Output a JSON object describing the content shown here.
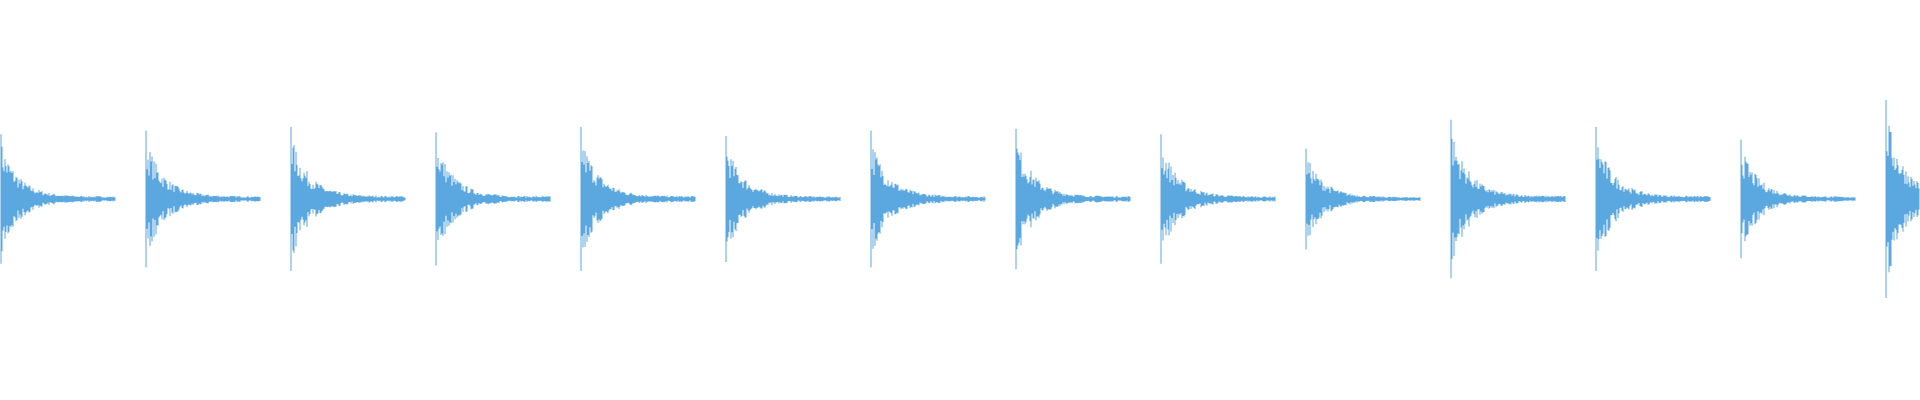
{
  "waveform": {
    "color": "#5ba7e0",
    "background": "#ffffff",
    "hit_count": 14,
    "hit_amplitudes": [
      0.36,
      0.38,
      0.4,
      0.37,
      0.4,
      0.35,
      0.38,
      0.39,
      0.36,
      0.28,
      0.44,
      0.4,
      0.33,
      0.55
    ]
  }
}
